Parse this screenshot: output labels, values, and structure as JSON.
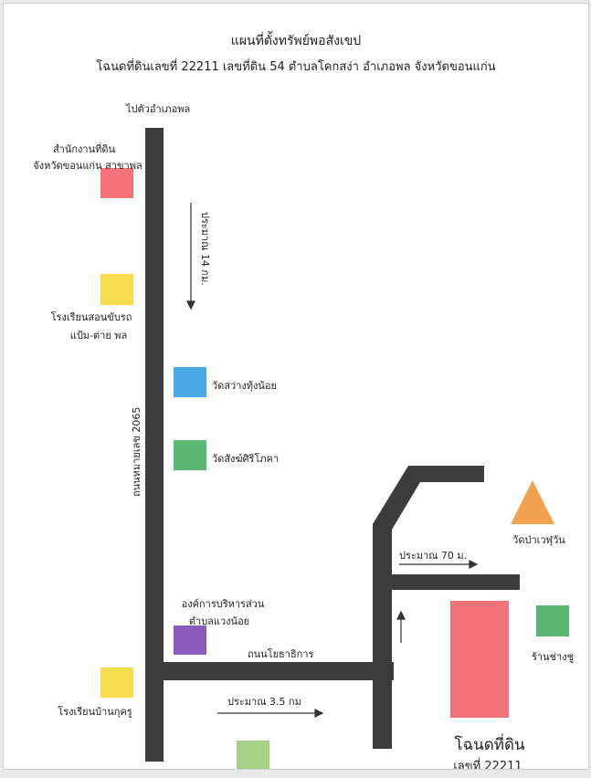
{
  "title": "แผนที่ตั้งทรัพย์พอสังเขป",
  "subtitle": "โฉนดที่ดินเลขที่ 22211 เลขที่ดิน 54 ตำบลโคกสง่า อำเภอพล จังหวัดขอนแก่น",
  "to_town": "ไปตัวอำเภอพล",
  "main_road": "ถนนหมายเลข 2065",
  "side_road": "ถนนโยธาธิการ",
  "distances": {
    "d14": "ประมาณ 14 กม.",
    "d35": "ประมาณ 3.5 กม",
    "d70": "ประมาณ 70 ม."
  },
  "landmarks": {
    "land_office": {
      "line1": "สำนักงานที่ดิน",
      "line2": "จังหวัดขอนแก่น สาขาพล",
      "color": "#f2737a"
    },
    "driving_school": {
      "line1": "โรงเรียนสอนขับรถ",
      "line2": "แป้ม-ต่าย พล",
      "color": "#f7dc4e"
    },
    "wat_sawang": {
      "label": "วัดสว่างทุ้งน้อย",
      "color": "#49a9e6"
    },
    "wat_sangkhi": {
      "label": "วัดสังฆ์ศิริโภคา",
      "color": "#59b872"
    },
    "tao": {
      "line1": "องค์การบริหารส่วน",
      "line2": "ตำบลแวงน้อย",
      "color": "#8a5bbf"
    },
    "school_bankukru": {
      "label": "โรงเรียนบ้านกุครู",
      "color": "#f7dc4e"
    },
    "bottom_square": {
      "color": "#a7d185"
    },
    "wat_pa": {
      "label": "วัดป่าเวฬุวัน",
      "color": "#f2a24e"
    },
    "shop": {
      "label": "ร้านช่างชู",
      "color": "#59b872"
    }
  },
  "parcel": {
    "line1": "โฉนดที่ดิน",
    "line2": "เลขที่ 22211",
    "color": "#f2737a"
  },
  "road_color": "#3c3c3c"
}
